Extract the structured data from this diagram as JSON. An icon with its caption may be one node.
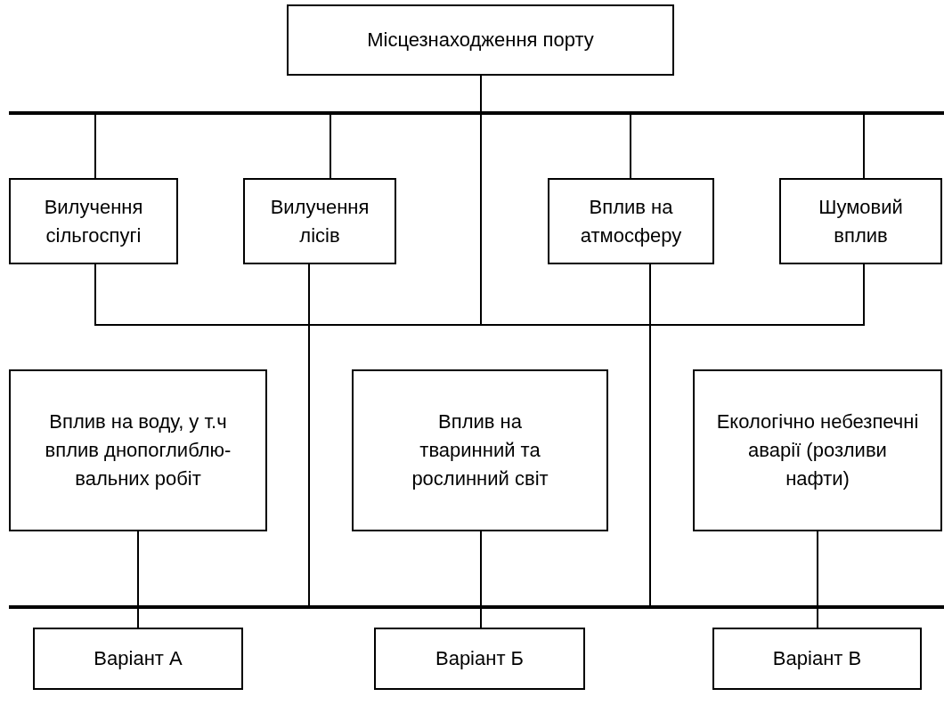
{
  "diagram": {
    "nodes": [
      {
        "text": [
          "Місцезнаходження порту"
        ]
      },
      {
        "text": [
          "Вилучення сільгоспугі"
        ]
      },
      {
        "text": [
          "Вилучення лісів"
        ]
      },
      {
        "text": [
          "Вплив на атмосферу"
        ]
      },
      {
        "text": [
          "Шумовий вплив"
        ]
      },
      {
        "text": [
          "Вплив на воду, у т.ч вплив днопоглиблю- вальних робіт"
        ]
      },
      {
        "text": [
          "Вплив на тваринний та рослинний світ"
        ]
      },
      {
        "text": [
          "Екологічно небезпечні аварії (розливи нафти)"
        ]
      },
      {
        "text": [
          "Варіант А"
        ]
      },
      {
        "text": [
          "Варіант Б"
        ]
      },
      {
        "text": [
          "Варіант В"
        ]
      },
      {
        "text": [],
        "shape": "bar"
      },
      {
        "text": [],
        "shape": "bar"
      }
    ],
    "edges": [
      {
        "from": 0,
        "to": 11,
        "arrow": "none"
      },
      {
        "from": 11,
        "to": 1,
        "arrow": "none"
      },
      {
        "from": 11,
        "to": 2,
        "arrow": "none"
      },
      {
        "from": 11,
        "to": 3,
        "arrow": "none"
      },
      {
        "from": 11,
        "to": 4,
        "arrow": "none"
      },
      {
        "from": 1,
        "to": 0,
        "arrow": "none"
      },
      {
        "from": 4,
        "to": 0,
        "arrow": "none"
      },
      {
        "from": 2,
        "to": 12,
        "arrow": "none"
      },
      {
        "from": 3,
        "to": 12,
        "arrow": "none"
      },
      {
        "from": 5,
        "to": 12,
        "arrow": "none"
      },
      {
        "from": 6,
        "to": 12,
        "arrow": "none"
      },
      {
        "from": 7,
        "to": 12,
        "arrow": "none"
      },
      {
        "from": 12,
        "to": 8,
        "arrow": "none"
      },
      {
        "from": 12,
        "to": 9,
        "arrow": "none"
      },
      {
        "from": 12,
        "to": 10,
        "arrow": "none"
      }
    ]
  }
}
